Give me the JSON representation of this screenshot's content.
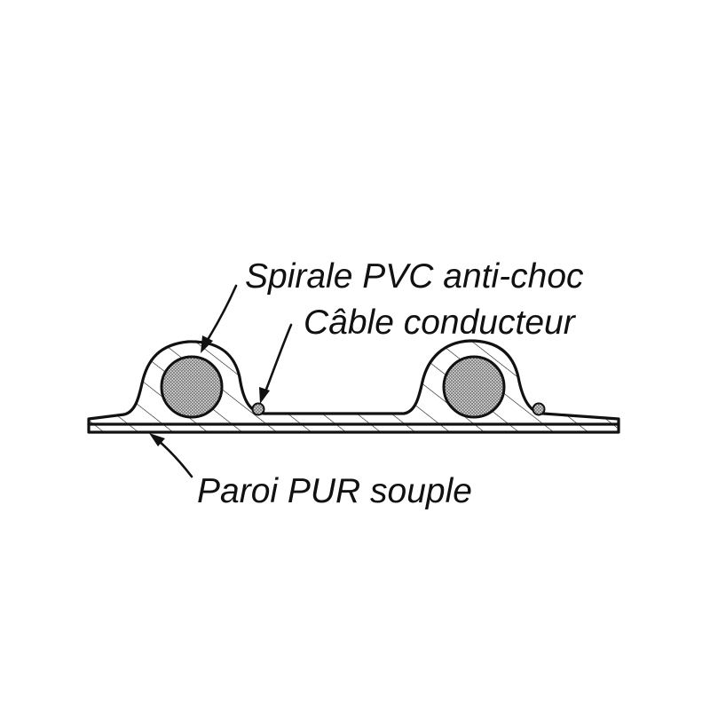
{
  "labels": {
    "spiral": "Spirale PVC anti-choc",
    "cable": "Câble conducteur",
    "wall": "Paroi PUR souple"
  },
  "colors": {
    "ink": "#111111",
    "background": "#ffffff"
  }
}
